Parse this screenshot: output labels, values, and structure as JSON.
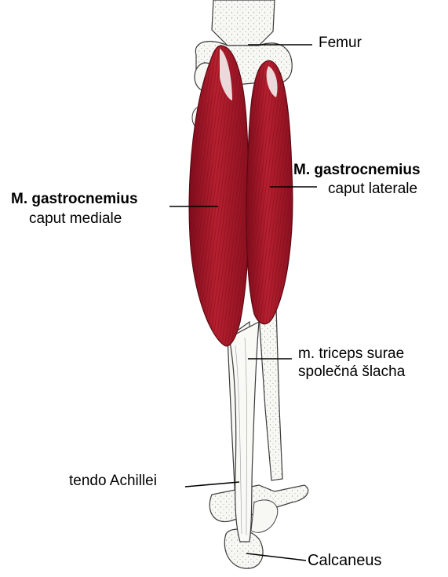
{
  "labels": {
    "femur": "Femur",
    "gastro_lateral_title": "M. gastrocnemius",
    "gastro_lateral_sub": "caput laterale",
    "gastro_medial_title": "M. gastrocnemius",
    "gastro_medial_sub": "caput mediale",
    "triceps_line1": "m. triceps surae",
    "triceps_line2": "společná šlacha",
    "tendo": "tendo Achillei",
    "calcaneus": "Calcaneus"
  },
  "colors": {
    "muscle": "#a8182a",
    "muscle_dark": "#6e0a16",
    "bone": "#f7f7f3",
    "bone_outline": "#3a3a3a"
  }
}
